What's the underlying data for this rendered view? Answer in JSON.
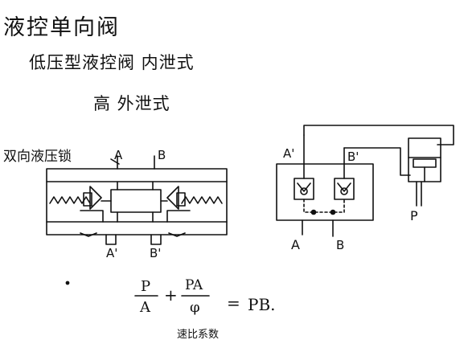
{
  "notes": {
    "title": "液控单向阀",
    "line1": "低压型液控阀 内泄式",
    "line2": "高 外泄式",
    "left_label": "双向液压锁"
  },
  "labels": {
    "left_A": "A",
    "left_B": "B",
    "left_A1": "A'",
    "left_B1": "B'",
    "right_A1": "A'",
    "right_B1": "B'",
    "right_A": "A",
    "right_B": "B",
    "right_P": "P"
  },
  "formula": {
    "num1": "P",
    "den1": "A",
    "plus": "+",
    "num2": "PA",
    "den2": "φ",
    "equals": "=",
    "rhs": "PB.",
    "caption": "速比系数"
  }
}
